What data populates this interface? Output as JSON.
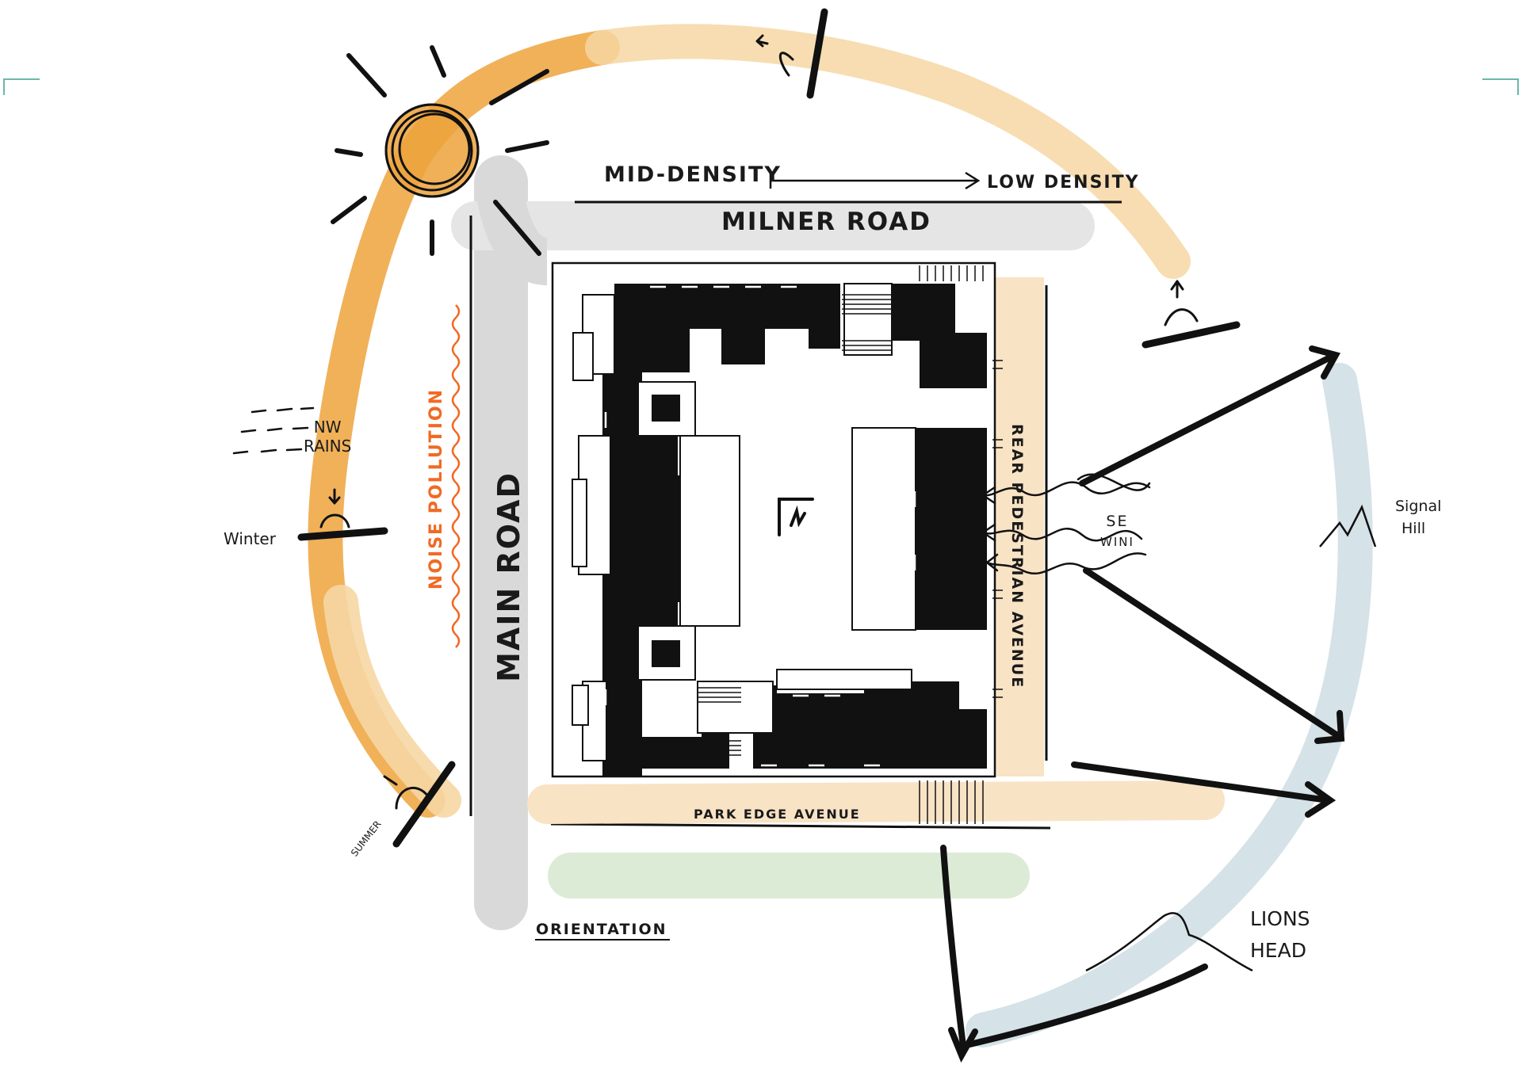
{
  "labels": {
    "mid_density": "MID-DENSITY",
    "low_density": "LOW DENSITY",
    "milner_road": "MILNER ROAD",
    "main_road": "MAIN ROAD",
    "noise_pollution": "NOISE POLLUTION",
    "rear_pedestrian_avenue": "REAR PEDESTRIAN AVENUE",
    "park_edge_avenue": "PARK EDGE AVENUE",
    "orientation": "ORIENTATION",
    "nw_rains_line1": "NW",
    "nw_rains_line2": "RAINS",
    "winter": "Winter",
    "summer": "SUMMER",
    "se_wind_line1": "SE",
    "se_wind_line2": "WINI",
    "signal_hill_line1": "Signal",
    "signal_hill_line2": "Hill",
    "lions_head_line1": "LIONS",
    "lions_head_line2": "HEAD"
  },
  "colors": {
    "sun_path": "#eda33c",
    "sun_path_light": "#f6d7a3",
    "road_gray": "#d9d9d9",
    "noise": "#f06a24",
    "park_green": "#dcebd5",
    "edge_sand": "#f8e3c5",
    "mountain_blue": "#d5e2e8",
    "ink": "#111111"
  }
}
